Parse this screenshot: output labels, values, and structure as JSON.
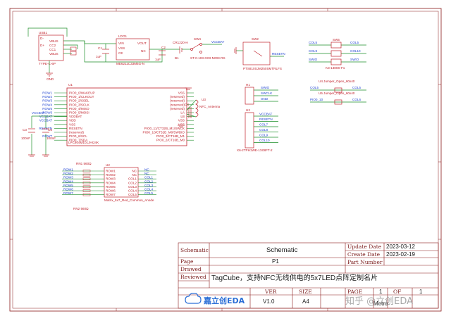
{
  "components": {
    "usb": {
      "ref": "USB1",
      "pins": [
        "D-",
        "VBUS",
        "CC2",
        "CC1",
        "VBUS",
        "D+"
      ],
      "part": "TYPE-C-6P"
    },
    "ldo": {
      "ref": "LDO1",
      "pins": [
        "VIN",
        "VSS",
        "CE",
        "VOUT",
        "NC"
      ],
      "part": "ME6211C33M5G-N"
    },
    "cap_c1": {
      "ref": "C1",
      "value": "1uF"
    },
    "cap_c2": {
      "ref": "C2",
      "value": "1uF"
    },
    "sw4": {
      "ref": "SW4",
      "part": "ST-0-103-G03-N003-RS"
    },
    "diode": {
      "ref": "CR1220-H",
      "pin": "B1"
    },
    "vcc_label": "VCCBAT",
    "sw2": {
      "ref": "SW2",
      "part": "PTS810SJM250SMTRLFS",
      "net": "RESETN"
    },
    "sw_group": {
      "ref": "K3-1380S-F1",
      "nets": [
        "COL5",
        "COL9",
        "COL10",
        "COL9",
        "SWIO",
        "SWIO"
      ],
      "refs": [
        "SW5",
        "SW3",
        "SW1"
      ]
    },
    "mcu": {
      "ref": "U1",
      "part": "LPC804M101JHI24K",
      "left_pins": [
        "PIO0_0/WAKEUP",
        "PIO0_1/CLKOUT",
        "PIO0_2/SSEL",
        "PIO0_3/SCLK",
        "PIO0_4/MISO",
        "PIO0_5/MOSI",
        "VDDBAT",
        "VDD",
        "VSS",
        "RESETN",
        "(reserved)",
        "PIO0_6/SCL",
        "PIO0_7/SDA"
      ],
      "right_pins": [
        "VSS",
        "(reserved)",
        "(reserved)",
        "(reserved)",
        "(reserved)",
        "LA",
        "LB",
        "VSS",
        "VSS",
        "PIO0_11/CT32B_M1/SWCK",
        "PIO0_10/CT32B_M0/SWDIO",
        "PIO0_3/CT16B_M1",
        "PIO0_2/CT16B_M0"
      ],
      "left_nets": [
        "ROW1",
        "ROW2",
        "ROW3",
        "ROW4",
        "ROW5",
        "ROW6",
        "VCCBAT",
        "VCCBAT",
        "",
        "RESETN",
        "",
        "ROW7",
        ""
      ]
    },
    "coil": {
      "ref": "U3",
      "part": "NFC_Antenna",
      "cap": "C4"
    },
    "caps_left": [
      {
        "ref": "C3",
        "value": "100nF"
      },
      {
        "ref": "C5",
        "value": "100nF"
      }
    ],
    "h1": {
      "ref": "H1",
      "nets": [
        "SWIO",
        "SWCLK",
        "GND"
      ]
    },
    "h2": {
      "ref": "H2",
      "nets": [
        "VCCBAT",
        "RESETN",
        "COL7",
        "COL8",
        "COL9",
        "COL10"
      ],
      "part": "X6-2TPH1WE-1X08FT-2"
    },
    "u4": {
      "label": "U4 Jumper_Open_60x40",
      "nets": [
        "COL5",
        "COL5"
      ]
    },
    "u5": {
      "label": "U5 Jumper_Open_60x40",
      "nets": [
        "PIO0_10",
        "COL6"
      ]
    },
    "resistors_top": {
      "ref": "RN1 560Ω",
      "nets": [
        "ROW1",
        "ROW2",
        "ROW3",
        "ROW4"
      ]
    },
    "resistors_bottom": {
      "ref": "RN2 560Ω",
      "nets": [
        "ROW5",
        "ROW6",
        "ROW7"
      ]
    },
    "matrix": {
      "ref": "U2",
      "part": "Matrix_5x7_Red_Common_Anode",
      "left_pins": [
        "ROW1",
        "ROW2",
        "ROW3",
        "ROW4",
        "ROW5",
        "ROW6",
        "ROW7"
      ],
      "right_pins": [
        "NC",
        "NC",
        "COL1",
        "COL2",
        "COL3",
        "COL4",
        "COL5"
      ],
      "right_nets": [
        "NC",
        "NC",
        "COL1",
        "COL2",
        "COL3",
        "COL4",
        "COL5"
      ]
    }
  },
  "title_block": {
    "schematic_label": "Schematic",
    "schematic_value": "Schematic",
    "page_label": "Page",
    "page_value": "P1",
    "drawed_label": "Drawed",
    "reviewed_label": "Reviewed",
    "title": "TagCube，支持NFC无线供电的5x7LED点阵定制名片",
    "update_label": "Update Date",
    "update_value": "2023-03-12",
    "create_label": "Create Date",
    "create_value": "2023-02-19",
    "part_label": "Part Number",
    "ver_label": "VER",
    "ver_value": "V1.0",
    "size_label": "SIZE",
    "size_value": "A4",
    "page_num_label": "PAGE",
    "page_num_value": "1",
    "of_label": "OF",
    "of_value": "1",
    "author": "Metro",
    "logo_text": "嘉立创EDA"
  },
  "watermark": "知乎 @立创EDA",
  "colors": {
    "wire": "#1e8f2a",
    "component": "#c0212b",
    "netlabel": "#1a3fd0",
    "frame": "#8b1a1a",
    "logo": "#2c6fd6"
  }
}
